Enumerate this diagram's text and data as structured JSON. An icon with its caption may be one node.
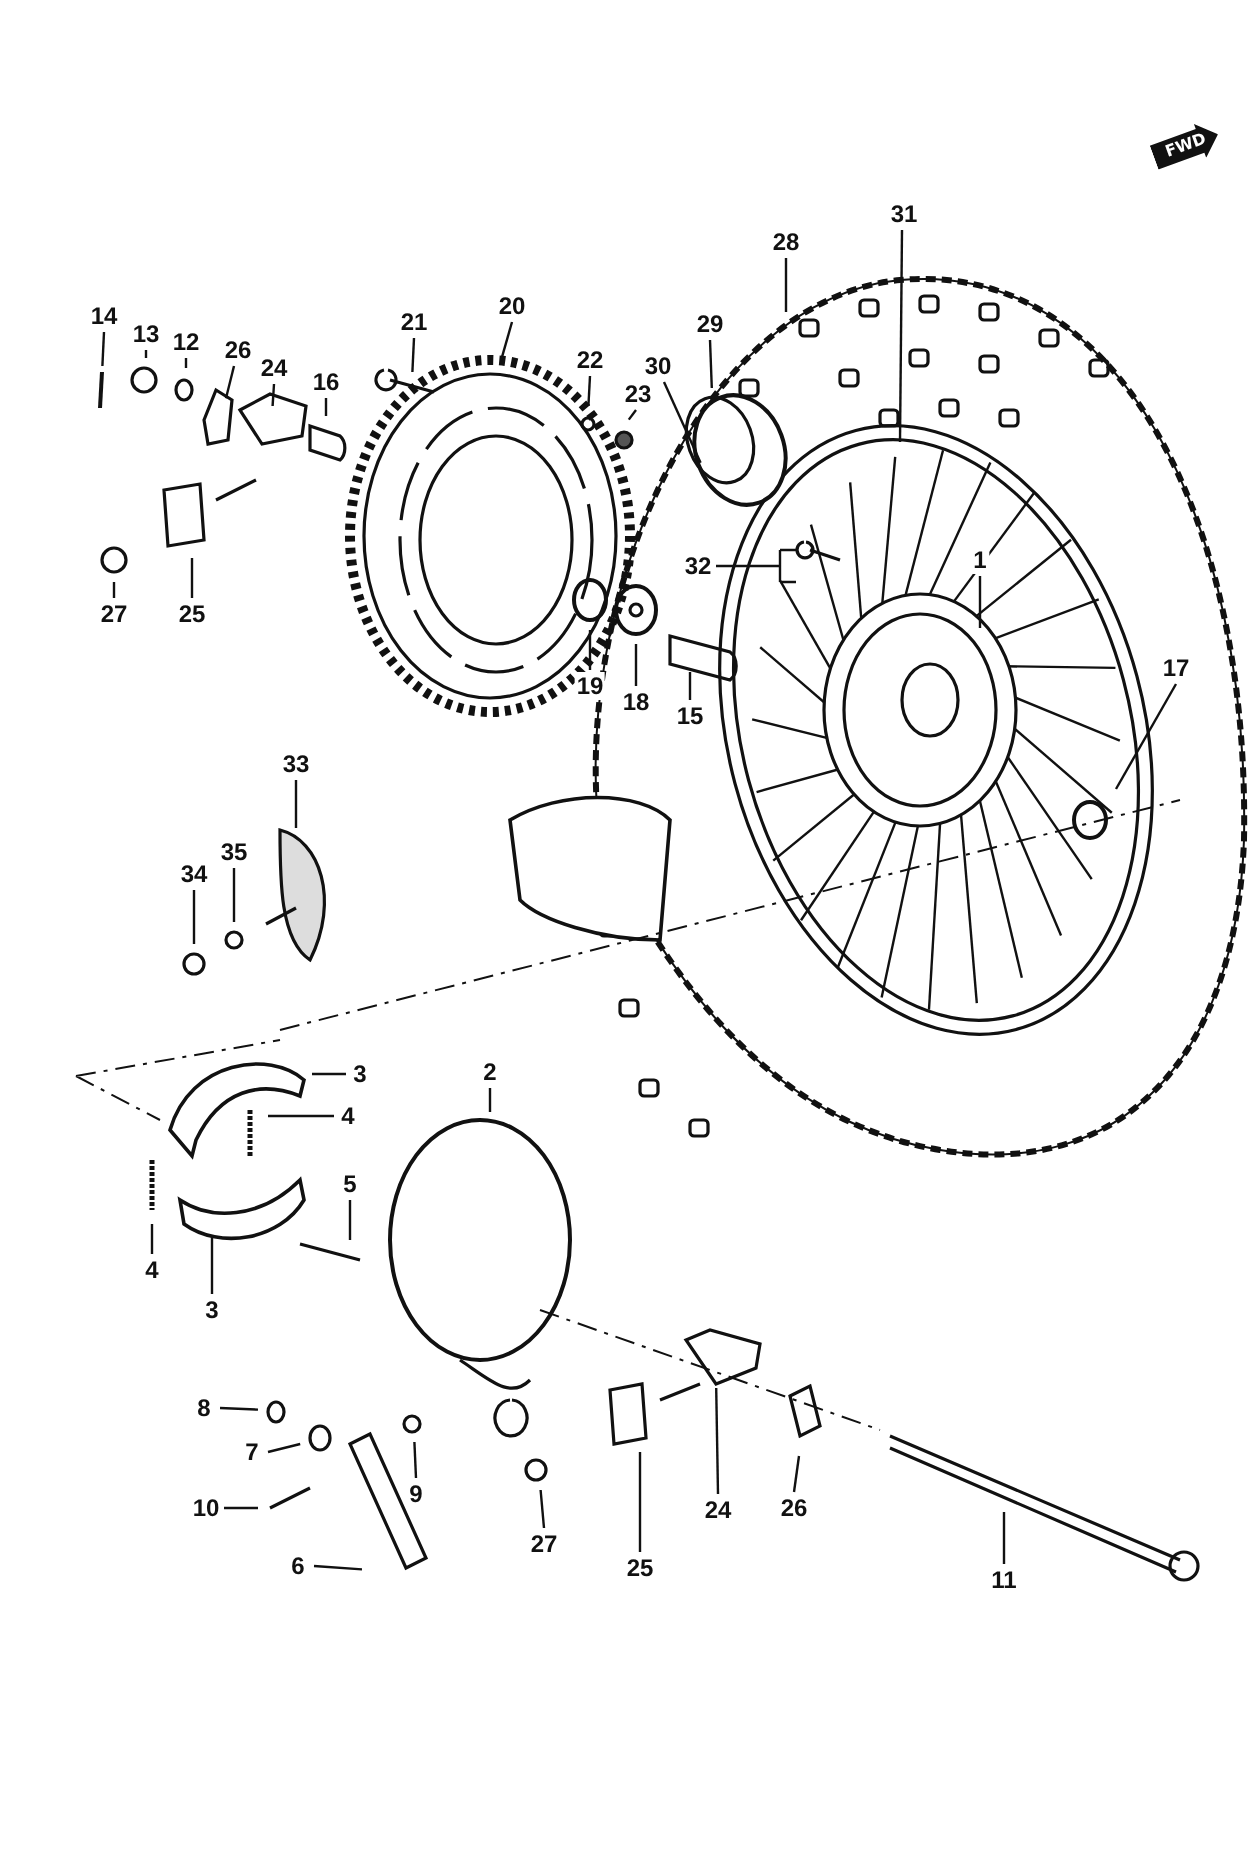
{
  "diagram": {
    "nodes": [
      {
        "text": [
          "14"
        ]
      },
      {
        "text": [
          "13"
        ]
      },
      {
        "text": [
          "12"
        ]
      },
      {
        "text": [
          "26"
        ]
      },
      {
        "text": [
          "24"
        ]
      },
      {
        "text": [
          "16"
        ]
      },
      {
        "text": [
          "21"
        ]
      },
      {
        "text": [
          "20"
        ]
      },
      {
        "text": [
          "22"
        ]
      },
      {
        "text": [
          "23"
        ]
      },
      {
        "text": [
          "31"
        ]
      },
      {
        "text": [
          "28"
        ]
      },
      {
        "text": [
          "29"
        ]
      },
      {
        "text": [
          "30"
        ]
      },
      {
        "text": [
          "32"
        ]
      },
      {
        "text": [
          "1"
        ]
      },
      {
        "text": [
          "27"
        ]
      },
      {
        "text": [
          "25"
        ]
      },
      {
        "text": [
          "19"
        ]
      },
      {
        "text": [
          "18"
        ]
      },
      {
        "text": [
          "15"
        ]
      },
      {
        "text": [
          "17"
        ]
      },
      {
        "text": [
          "33"
        ]
      },
      {
        "text": [
          "35"
        ]
      },
      {
        "text": [
          "34"
        ]
      },
      {
        "text": [
          "3"
        ]
      },
      {
        "text": [
          "4"
        ]
      },
      {
        "text": [
          "2"
        ]
      },
      {
        "text": [
          "5"
        ]
      },
      {
        "text": [
          "4"
        ]
      },
      {
        "text": [
          "3"
        ]
      },
      {
        "text": [
          "8"
        ]
      },
      {
        "text": [
          "7"
        ]
      },
      {
        "text": [
          "9"
        ]
      },
      {
        "text": [
          "10"
        ]
      },
      {
        "text": [
          "6"
        ]
      },
      {
        "text": [
          "27"
        ]
      },
      {
        "text": [
          "25"
        ]
      },
      {
        "text": [
          "24"
        ]
      },
      {
        "text": [
          "26"
        ]
      },
      {
        "text": [
          "11"
        ]
      }
    ],
    "edges": [
      {
        "from": 0,
        "to": null,
        "arrow": "none"
      },
      {
        "from": 1,
        "to": null,
        "arrow": "none"
      },
      {
        "from": 2,
        "to": null,
        "arrow": "none"
      },
      {
        "from": 3,
        "to": null,
        "arrow": "none"
      },
      {
        "from": 4,
        "to": null,
        "arrow": "none"
      },
      {
        "from": 5,
        "to": null,
        "arrow": "none"
      },
      {
        "from": 6,
        "to": null,
        "arrow": "none"
      },
      {
        "from": 7,
        "to": null,
        "arrow": "none"
      },
      {
        "from": 8,
        "to": null,
        "arrow": "none"
      },
      {
        "from": 9,
        "to": null,
        "arrow": "none"
      },
      {
        "from": 10,
        "to": null,
        "arrow": "none"
      },
      {
        "from": 11,
        "to": null,
        "arrow": "none"
      },
      {
        "from": 12,
        "to": null,
        "arrow": "none"
      },
      {
        "from": 13,
        "to": null,
        "arrow": "none"
      },
      {
        "from": 14,
        "to": null,
        "arrow": "none"
      },
      {
        "from": 15,
        "to": null,
        "arrow": "none"
      },
      {
        "from": 16,
        "to": null,
        "arrow": "none"
      },
      {
        "from": 17,
        "to": null,
        "arrow": "none"
      },
      {
        "from": 18,
        "to": null,
        "arrow": "none"
      },
      {
        "from": 19,
        "to": null,
        "arrow": "none"
      },
      {
        "from": 20,
        "to": null,
        "arrow": "none"
      },
      {
        "from": 21,
        "to": null,
        "arrow": "none"
      },
      {
        "from": 22,
        "to": null,
        "arrow": "none"
      },
      {
        "from": 23,
        "to": null,
        "arrow": "none"
      },
      {
        "from": 24,
        "to": null,
        "arrow": "none"
      },
      {
        "from": 25,
        "to": null,
        "arrow": "none"
      },
      {
        "from": 26,
        "to": null,
        "arrow": "none"
      },
      {
        "from": 27,
        "to": null,
        "arrow": "none"
      },
      {
        "from": 28,
        "to": null,
        "arrow": "none"
      },
      {
        "from": 29,
        "to": null,
        "arrow": "none"
      },
      {
        "from": 30,
        "to": null,
        "arrow": "none"
      },
      {
        "from": 31,
        "to": null,
        "arrow": "none"
      },
      {
        "from": 32,
        "to": null,
        "arrow": "none"
      },
      {
        "from": 33,
        "to": null,
        "arrow": "none"
      },
      {
        "from": 34,
        "to": null,
        "arrow": "none"
      },
      {
        "from": 35,
        "to": null,
        "arrow": "none"
      },
      {
        "from": 36,
        "to": null,
        "arrow": "none"
      },
      {
        "from": 37,
        "to": null,
        "arrow": "none"
      },
      {
        "from": 38,
        "to": null,
        "arrow": "none"
      },
      {
        "from": 39,
        "to": null,
        "arrow": "none"
      },
      {
        "from": 40,
        "to": null,
        "arrow": "none"
      }
    ],
    "labels": [
      "FWD"
    ]
  }
}
